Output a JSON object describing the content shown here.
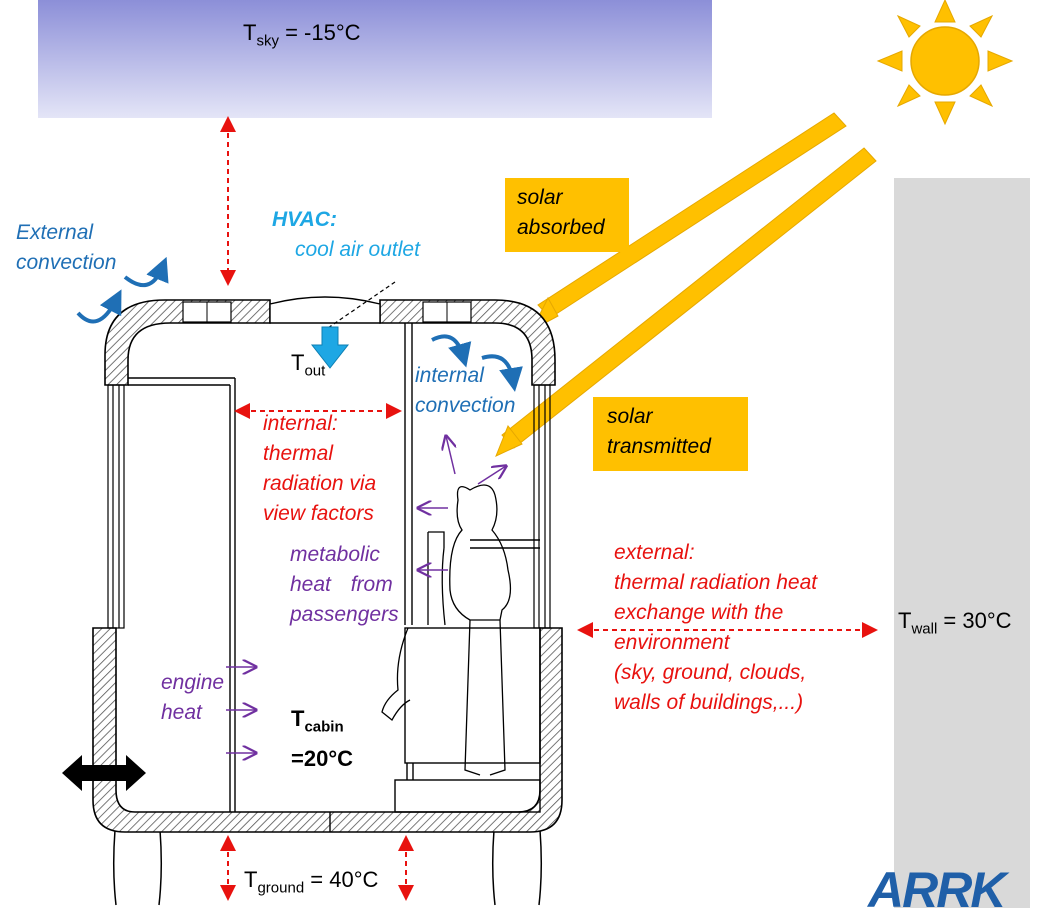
{
  "sky": {
    "label": "T",
    "sub": "sky",
    "value": " = -15°C",
    "color": "#8c8fd8"
  },
  "wall": {
    "label": "T",
    "sub": "wall",
    "value": " = 30°C",
    "color": "#d9d9d9"
  },
  "ground": {
    "label": "T",
    "sub": "ground",
    "value": " = 40°C"
  },
  "cabin": {
    "label": "T",
    "sub": "cabin",
    "value": "=20°C"
  },
  "outlet": {
    "label": "T",
    "sub": "out"
  },
  "hvac": {
    "title": "HVAC:",
    "subtitle": "cool air outlet"
  },
  "external_convection": {
    "line1": "External",
    "line2": "convection"
  },
  "internal_convection": {
    "line1": "internal",
    "line2": "convection"
  },
  "solar_absorbed": {
    "line1": "solar",
    "line2": "absorbed"
  },
  "solar_transmitted": {
    "line1": "solar",
    "line2": "transmitted"
  },
  "internal_radiation": {
    "lines": [
      "internal:",
      "thermal",
      "radiation via",
      "view factors"
    ]
  },
  "metabolic": {
    "lines": [
      "metabolic",
      "heat from",
      "passengers"
    ]
  },
  "engine": {
    "lines": [
      "engine",
      "heat"
    ]
  },
  "external_radiation": {
    "lines": [
      "external:",
      "thermal radiation heat",
      "exchange with the",
      "environment",
      "(sky, ground, clouds,",
      "walls of buildings,...)"
    ]
  },
  "logo": {
    "text": "ARRK"
  },
  "colors": {
    "red": "#e8120f",
    "blue": "#1f6fb5",
    "cyan": "#1ea7e4",
    "purple": "#7030a0",
    "solar": "#ffc000",
    "logo": "#1f5fa8"
  },
  "icons": [
    "sun-icon",
    "air-outlet-arrow-icon",
    "convection-arrow-icon",
    "double-arrow-icon",
    "passenger-silhouette-icon"
  ]
}
